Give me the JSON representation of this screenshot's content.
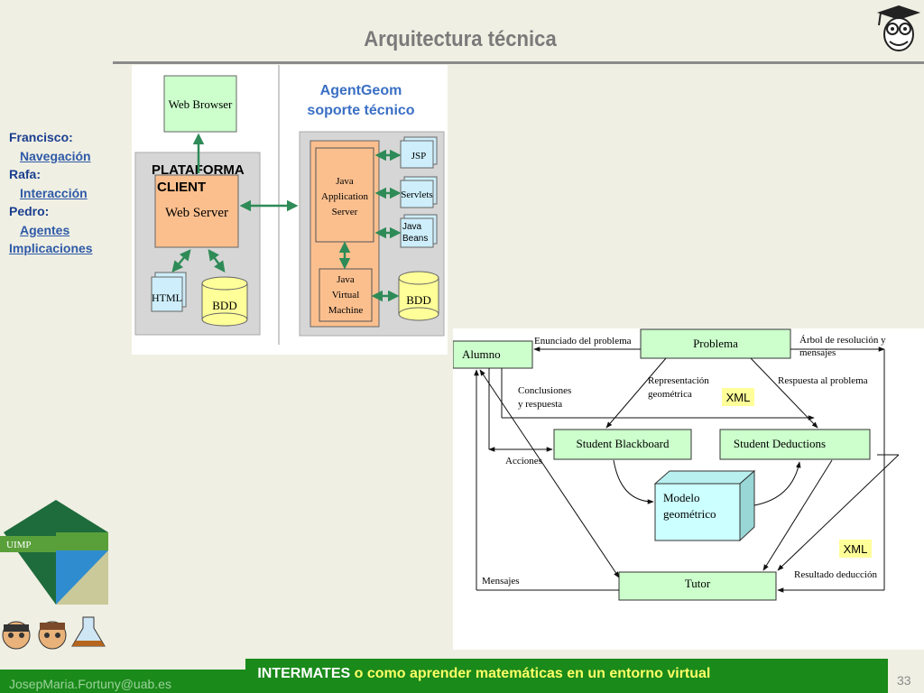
{
  "slide": {
    "title": "Arquitectura técnica",
    "page_number": "33",
    "email": "JosepMaria.Fortuny@uab.es",
    "footer": {
      "part1": "INTERMATES",
      "part2": " o como aprender matemáticas en un entorno virtual"
    }
  },
  "nav": [
    {
      "type": "name",
      "text": "Francisco:"
    },
    {
      "type": "link",
      "text": "Navegación"
    },
    {
      "type": "name",
      "text": "Rafa:"
    },
    {
      "type": "link",
      "text": "Interacción"
    },
    {
      "type": "name",
      "text": "Pedro:"
    },
    {
      "type": "link",
      "text": "Agentes"
    },
    {
      "type": "link0",
      "text": "Implicaciones"
    }
  ],
  "logo": {
    "text": "UIMP"
  },
  "diagram1": {
    "web_browser": "Web Browser",
    "plataforma": "PLATAFORMA",
    "client": "CLIENT",
    "web_server": "Web Server",
    "html": "HTML",
    "bdd_left": "BDD",
    "agentgeom_line1": "AgentGeom",
    "agentgeom_line2": "soporte técnico",
    "java_app_server": [
      "Java",
      "Application",
      "Server"
    ],
    "java_vm": [
      "Java",
      "Virtual",
      "Machine"
    ],
    "jsp": "JSP",
    "servlets": "Servlets",
    "java_beans": [
      "Java",
      "Beans"
    ],
    "bdd_right": "BDD"
  },
  "diagram2": {
    "alumno": "Alumno",
    "problema": "Problema",
    "student_blackboard": "Student Blackboard",
    "student_deductions": "Student Deductions",
    "modelo": [
      "Modelo",
      "geométrico"
    ],
    "tutor": "Tutor",
    "enunciado": "Enunciado del problema",
    "arbol": [
      "Árbol de resolución y",
      "mensajes"
    ],
    "conclusiones": [
      "Conclusiones",
      "y respuesta"
    ],
    "representacion": [
      "Representación",
      "geométrica"
    ],
    "respuesta": "Respuesta al problema",
    "xml1": "XML",
    "xml2": "XML",
    "acciones": "Acciones",
    "mensajes": "Mensajes",
    "resultado": "Resultado deducción"
  }
}
